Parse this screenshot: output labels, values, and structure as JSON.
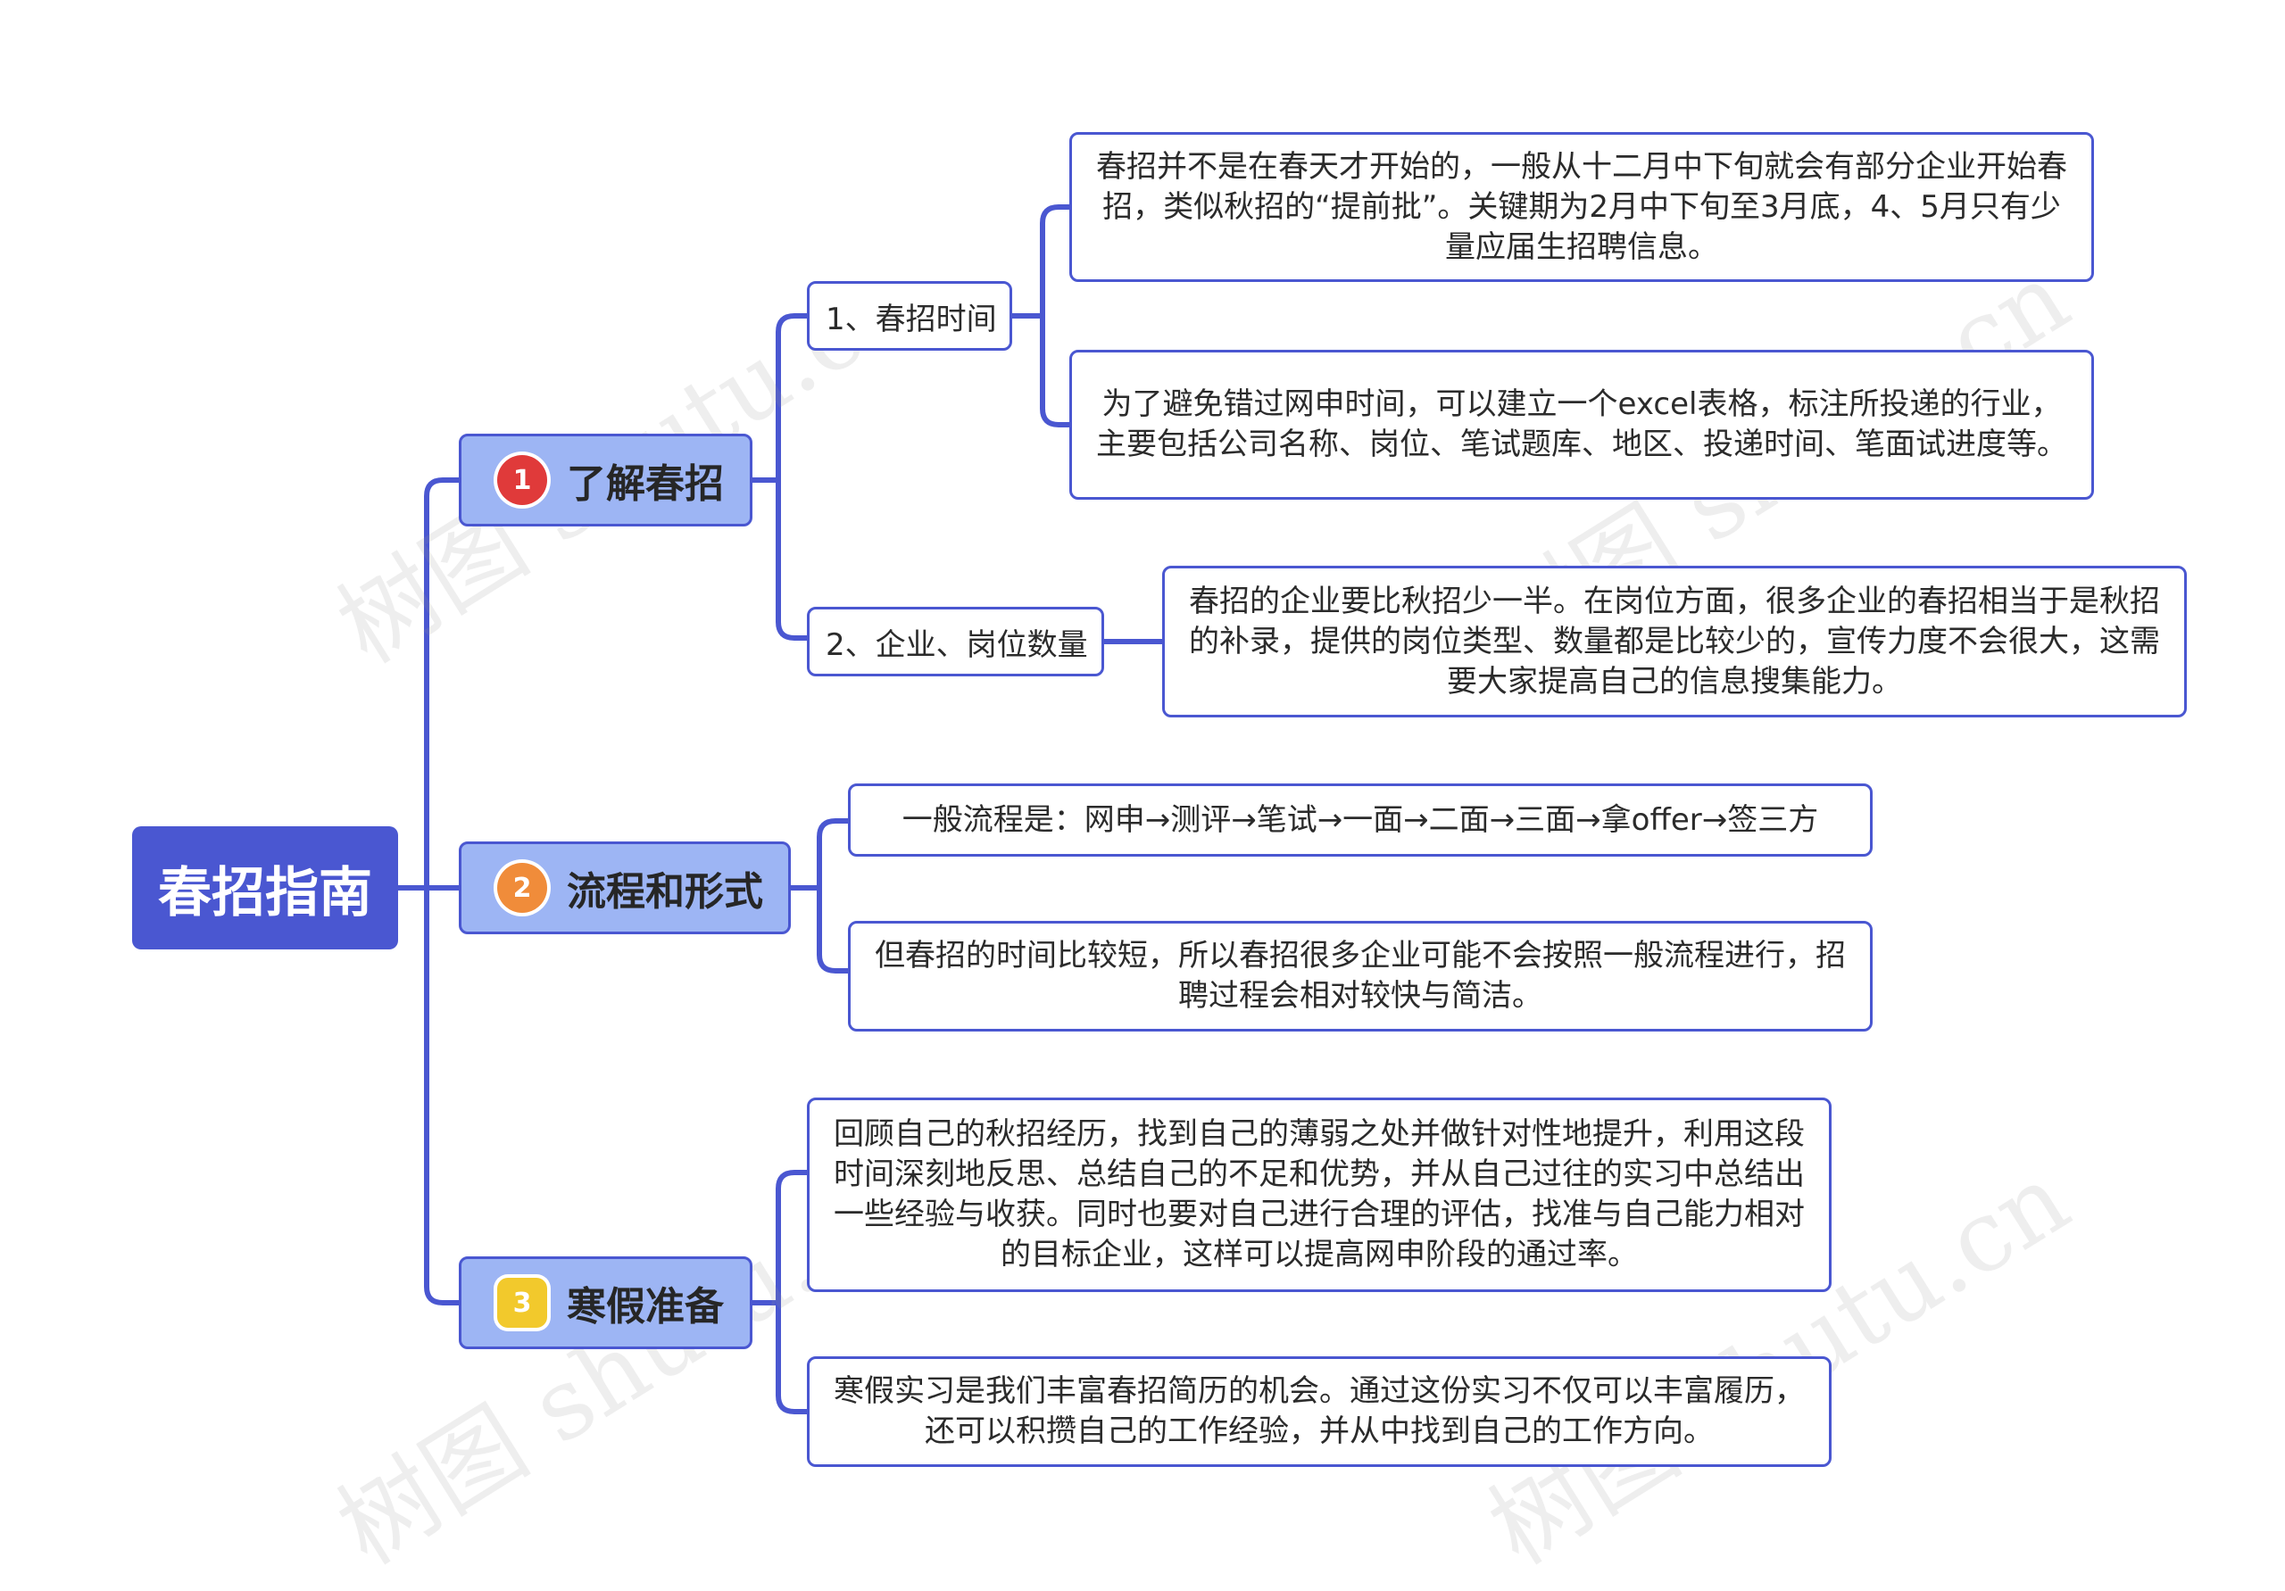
{
  "root": {
    "title": "春招指南"
  },
  "branches": [
    {
      "badge": "1",
      "label": "了解春招"
    },
    {
      "badge": "2",
      "label": "流程和形式"
    },
    {
      "badge": "3",
      "label": "寒假准备"
    }
  ],
  "subs": [
    {
      "label": "1、春招时间"
    },
    {
      "label": "2、企业、岗位数量"
    }
  ],
  "leaves": [
    {
      "text": "春招并不是在春天才开始的，一般从十二月中下旬就会有部分企业开始春招，类似秋招的“提前批”。关键期为2月中下旬至3月底，4、5月只有少量应届生招聘信息。"
    },
    {
      "text": "为了避免错过网申时间，可以建立一个excel表格，标注所投递的行业，主要包括公司名称、岗位、笔试题库、地区、投递时间、笔面试进度等。"
    },
    {
      "text": "春招的企业要比秋招少一半。在岗位方面，很多企业的春招相当于是秋招的补录，提供的岗位类型、数量都是比较少的，宣传力度不会很大，这需要大家提高自己的信息搜集能力。"
    },
    {
      "text": "一般流程是：网申→测评→笔试→一面→二面→三面→拿offer→签三方"
    },
    {
      "text": "但春招的时间比较短，所以春招很多企业可能不会按照一般流程进行，招聘过程会相对较快与简洁。"
    },
    {
      "text": "回顾自己的秋招经历，找到自己的薄弱之处并做针对性地提升，利用这段时间深刻地反思、总结自己的不足和优势，并从自己过往的实习中总结出一些经验与收获。同时也要对自己进行合理的评估，找准与自己能力相对的目标企业，这样可以提高网申阶段的通过率。"
    },
    {
      "text": "寒假实习是我们丰富春招简历的机会。通过这份实习不仅可以丰富履历，还可以积攒自己的工作经验，并从中找到自己的工作方向。"
    }
  ],
  "watermark": "树图 shutu.cn",
  "colors": {
    "line": "#4a57d1",
    "root_fill": "#4a57d1",
    "branch_fill": "#9db5f4"
  }
}
